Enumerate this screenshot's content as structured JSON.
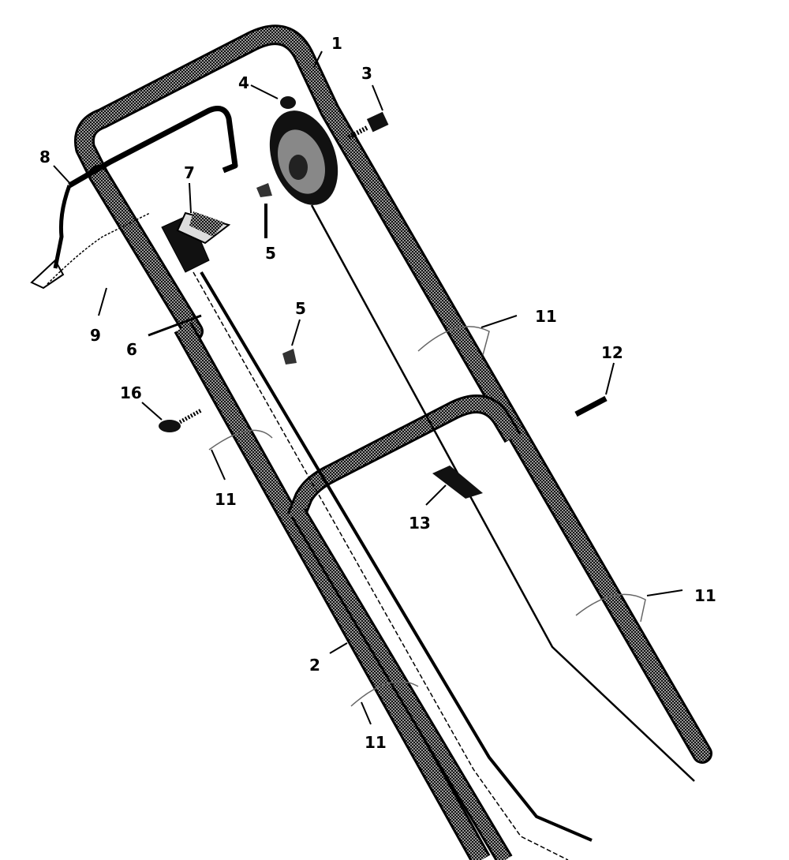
{
  "diagram": {
    "callouts": [
      {
        "id": "c1",
        "text": "1"
      },
      {
        "id": "c2",
        "text": "2"
      },
      {
        "id": "c3",
        "text": "3"
      },
      {
        "id": "c4",
        "text": "4"
      },
      {
        "id": "c5a",
        "text": "5"
      },
      {
        "id": "c5b",
        "text": "5"
      },
      {
        "id": "c6",
        "text": "6"
      },
      {
        "id": "c7",
        "text": "7"
      },
      {
        "id": "c8",
        "text": "8"
      },
      {
        "id": "c9",
        "text": "9"
      },
      {
        "id": "c11a",
        "text": "11"
      },
      {
        "id": "c11b",
        "text": "11"
      },
      {
        "id": "c11c",
        "text": "11"
      },
      {
        "id": "c11d",
        "text": "11"
      },
      {
        "id": "c12",
        "text": "12"
      },
      {
        "id": "c13",
        "text": "13"
      },
      {
        "id": "c16",
        "text": "16"
      }
    ],
    "colors": {
      "ink": "#000000",
      "tube": "#5a5a5a",
      "paper": "#ffffff"
    }
  }
}
